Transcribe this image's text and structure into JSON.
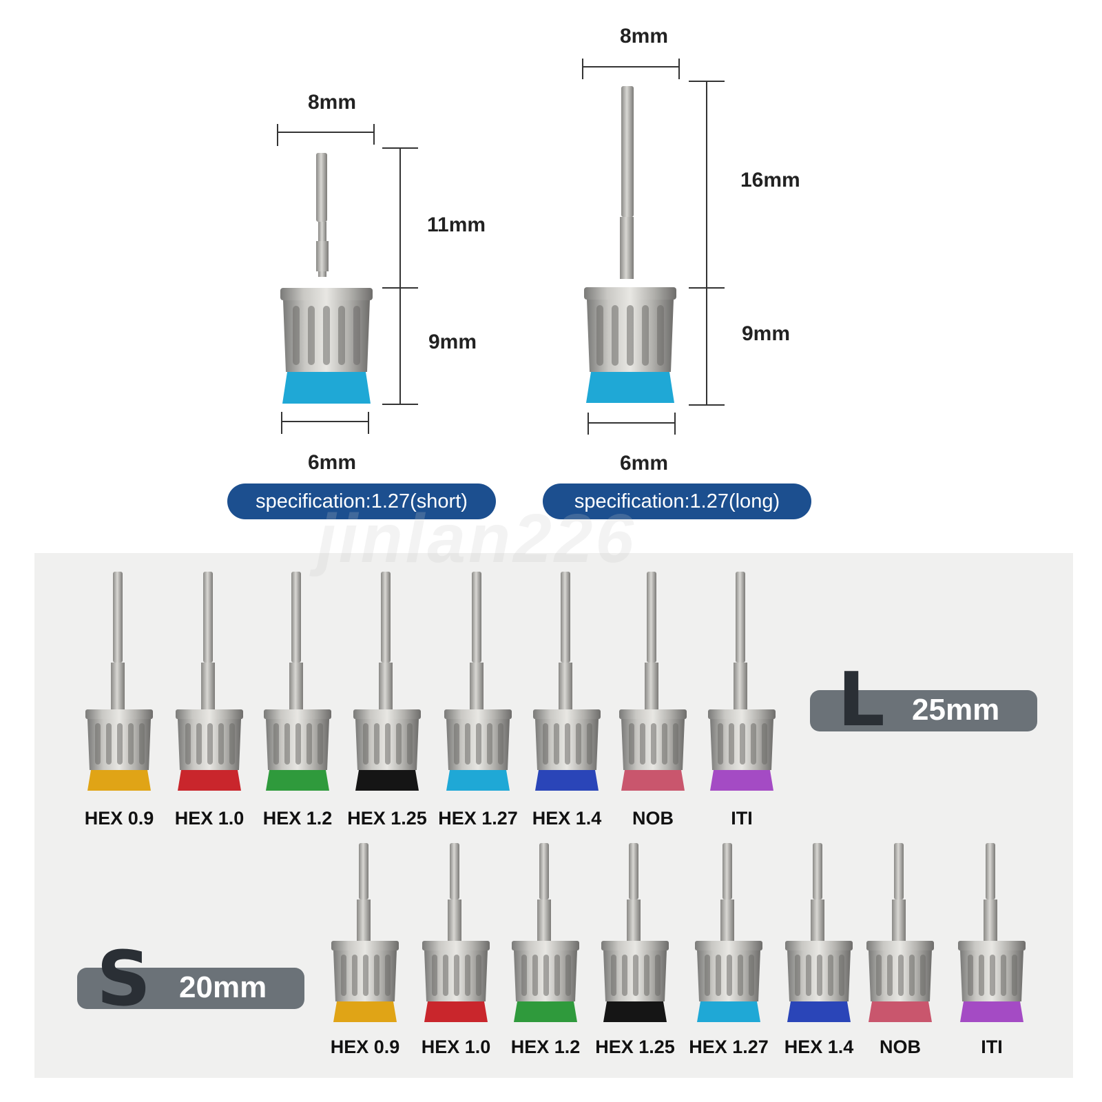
{
  "top": {
    "short": {
      "width_top": "8mm",
      "shaft_length": "11mm",
      "head_length": "9mm",
      "width_bottom": "6mm",
      "spec": "specification:1.27(short)",
      "collar_color": "#1fa8d6"
    },
    "long": {
      "width_top": "8mm",
      "shaft_length": "16mm",
      "head_length": "9mm",
      "width_bottom": "6mm",
      "spec": "specification:1.27(long)",
      "collar_color": "#1fa8d6"
    }
  },
  "watermark": "jinlan226",
  "long_set": {
    "badge_letter": "L",
    "badge_length": "25mm",
    "items": [
      {
        "label": "HEX 0.9",
        "color": "#e0a416"
      },
      {
        "label": "HEX 1.0",
        "color": "#c9262c"
      },
      {
        "label": "HEX 1.2",
        "color": "#2f9a3c"
      },
      {
        "label": "HEX 1.25",
        "color": "#151515"
      },
      {
        "label": "HEX 1.27",
        "color": "#1fa8d6"
      },
      {
        "label": "HEX 1.4",
        "color": "#2a45b8"
      },
      {
        "label": "NOB",
        "color": "#c9566d"
      },
      {
        "label": "ITI",
        "color": "#a44bc4"
      }
    ]
  },
  "short_set": {
    "badge_letter": "S",
    "badge_length": "20mm",
    "items": [
      {
        "label": "HEX 0.9",
        "color": "#e0a416"
      },
      {
        "label": "HEX 1.0",
        "color": "#c9262c"
      },
      {
        "label": "HEX 1.2",
        "color": "#2f9a3c"
      },
      {
        "label": "HEX 1.25",
        "color": "#151515"
      },
      {
        "label": "HEX 1.27",
        "color": "#1fa8d6"
      },
      {
        "label": "HEX 1.4",
        "color": "#2a45b8"
      },
      {
        "label": "NOB",
        "color": "#c9566d"
      },
      {
        "label": "ITI",
        "color": "#a44bc4"
      }
    ]
  }
}
